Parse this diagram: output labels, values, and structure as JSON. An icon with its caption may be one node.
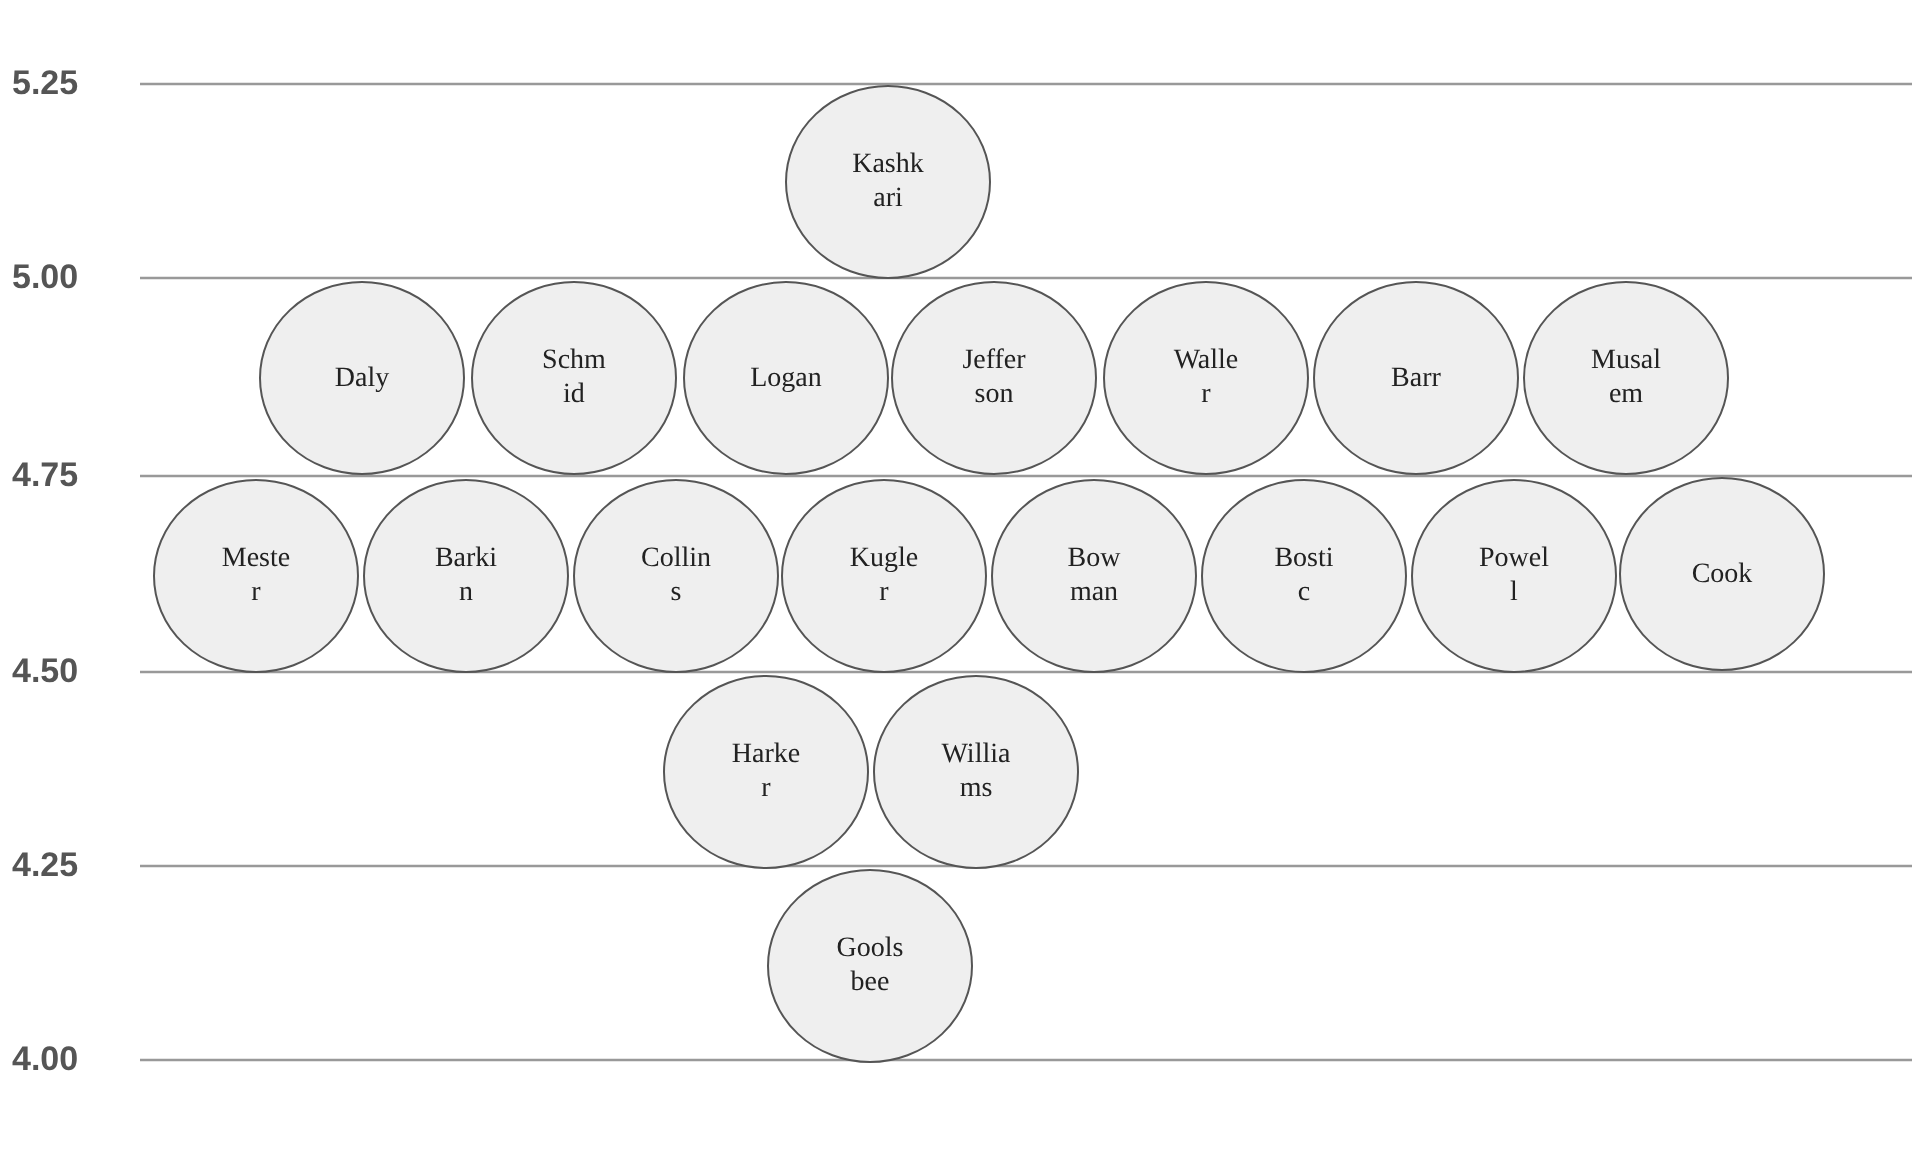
{
  "diagram": {
    "nodes": [
      {
        "text": [
          "Kashk ari"
        ]
      },
      {
        "text": [
          "Daly"
        ]
      },
      {
        "text": [
          "Schm id"
        ]
      },
      {
        "text": [
          "Logan"
        ]
      },
      {
        "text": [
          "Jeffer son"
        ]
      },
      {
        "text": [
          "Walle r"
        ]
      },
      {
        "text": [
          "Barr"
        ]
      },
      {
        "text": [
          "Musal em"
        ]
      },
      {
        "text": [
          "Meste r"
        ]
      },
      {
        "text": [
          "Barki n"
        ]
      },
      {
        "text": [
          "Collin s"
        ]
      },
      {
        "text": [
          "Kugle r"
        ]
      },
      {
        "text": [
          "Bow man"
        ]
      },
      {
        "text": [
          "Bosti c"
        ]
      },
      {
        "text": [
          "Powel l"
        ]
      },
      {
        "text": [
          "Cook"
        ]
      },
      {
        "text": [
          "Harke r"
        ]
      },
      {
        "text": [
          "Willia ms"
        ]
      },
      {
        "text": [
          "Gools bee"
        ]
      }
    ],
    "labels": [
      "5.25",
      "5.00",
      "4.75",
      "4.50",
      "4.25",
      "4.00"
    ]
  }
}
